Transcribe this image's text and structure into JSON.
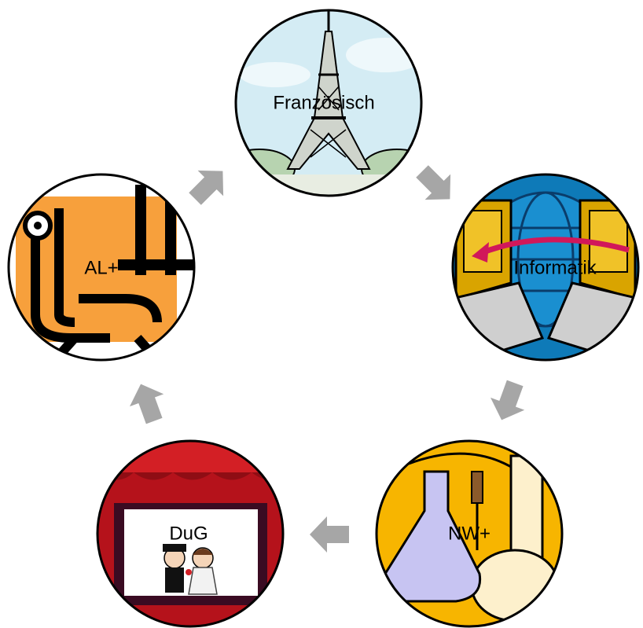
{
  "diagram": {
    "type": "cycle",
    "arrow_color": "#a6a6a6",
    "nodes": [
      {
        "id": "franzoesisch",
        "label": "Französisch",
        "icon": "eiffel-tower-icon"
      },
      {
        "id": "informatik",
        "label": "Informatik",
        "icon": "networked-computers-icon"
      },
      {
        "id": "nw",
        "label": "NW+",
        "icon": "lab-flasks-icon"
      },
      {
        "id": "dug",
        "label": "DuG",
        "icon": "theater-stage-icon"
      },
      {
        "id": "al",
        "label": "AL+",
        "icon": "craft-tools-icon"
      }
    ],
    "edges": [
      {
        "from": "franzoesisch",
        "to": "informatik"
      },
      {
        "from": "informatik",
        "to": "nw"
      },
      {
        "from": "nw",
        "to": "dug"
      },
      {
        "from": "dug",
        "to": "al"
      },
      {
        "from": "al",
        "to": "franzoesisch"
      }
    ]
  }
}
